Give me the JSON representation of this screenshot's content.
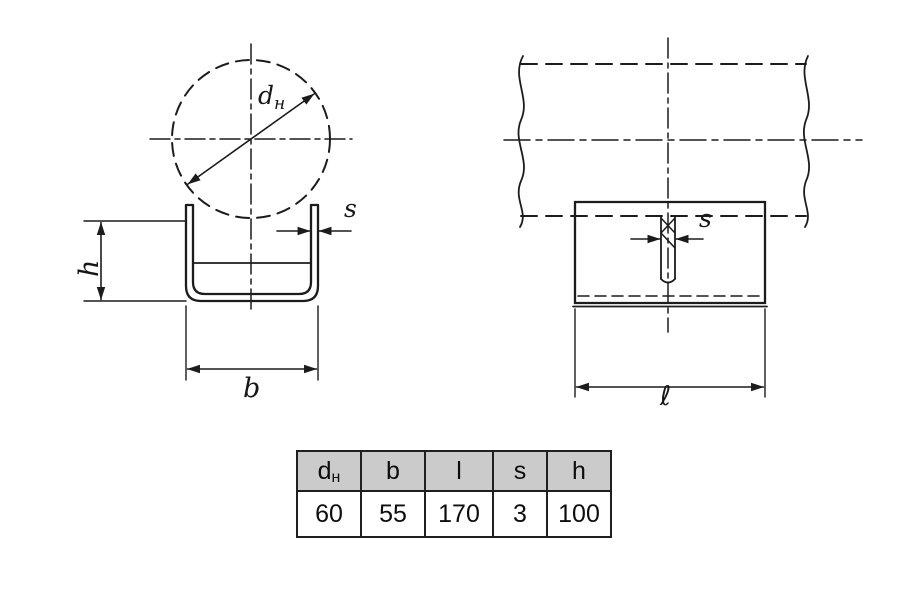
{
  "drawing": {
    "front_view": {
      "diameter_letter": "d",
      "diameter_sub": "н",
      "thickness_label": "s",
      "height_label": "h",
      "width_label": "b"
    },
    "side_view": {
      "thickness_label": "s",
      "length_label": "ℓ"
    }
  },
  "table": {
    "headers": [
      {
        "text": "d",
        "sub": "н"
      },
      {
        "text": "b",
        "sub": ""
      },
      {
        "text": "l",
        "sub": ""
      },
      {
        "text": "s",
        "sub": ""
      },
      {
        "text": "h",
        "sub": ""
      }
    ],
    "values": [
      "60",
      "55",
      "170",
      "3",
      "100"
    ]
  }
}
